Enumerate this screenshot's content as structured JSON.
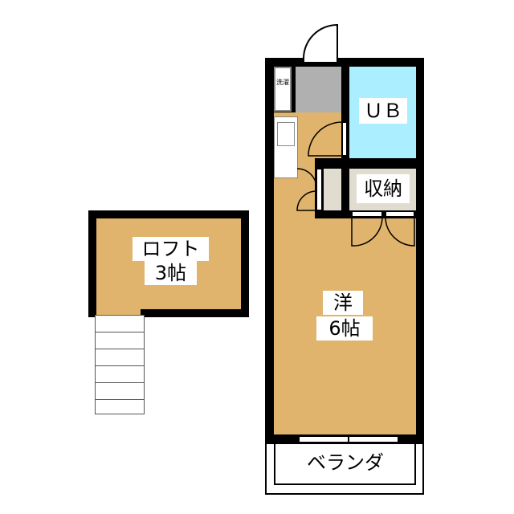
{
  "rooms": {
    "loft": {
      "name": "ロフト",
      "size": "3帖"
    },
    "western": {
      "name": "洋",
      "size": "6帖"
    },
    "bath": {
      "name": "ＵＢ"
    },
    "storage": {
      "name": "収納"
    },
    "veranda": {
      "name": "ベランダ"
    },
    "washer": {
      "name": "洗濯"
    }
  },
  "colors": {
    "floor": "#e0b46c",
    "bath": "#aaeeff",
    "wall": "#000000",
    "utility": "#b0b0b0",
    "storage": "#e0ddd0"
  }
}
